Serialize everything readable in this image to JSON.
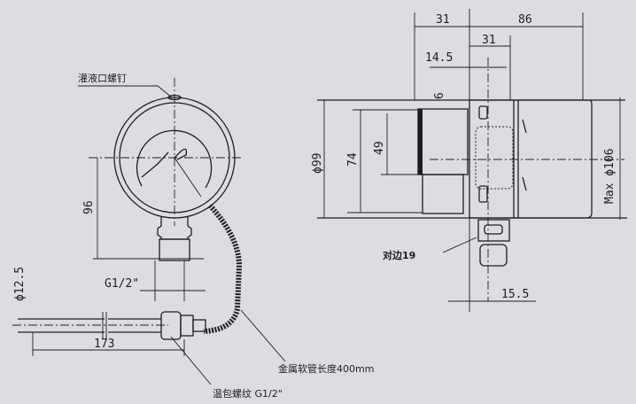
{
  "colors": {
    "paper": "#dcdde1",
    "ink": "#1e1e22"
  },
  "front_view": {
    "fill_screw_label": "灌液口螺钉",
    "dim_height": "96",
    "thread_label": "G1/2\"",
    "probe_diameter": "ϕ12.5",
    "probe_length": "173",
    "hose_label": "金属软管长度400mm",
    "bulb_thread_label": "温包螺纹 G1/2\""
  },
  "side_view": {
    "dim_top_left": "31",
    "dim_top_right": "86",
    "dim_second_31": "31",
    "dim_14_5": "14.5",
    "dim_6": "6",
    "dim_phi99": "ϕ99",
    "dim_74": "74",
    "dim_49": "49",
    "dim_max_phi106": "Max ϕ106",
    "across_flats_label": "对边19",
    "dim_15_5": "15.5"
  }
}
